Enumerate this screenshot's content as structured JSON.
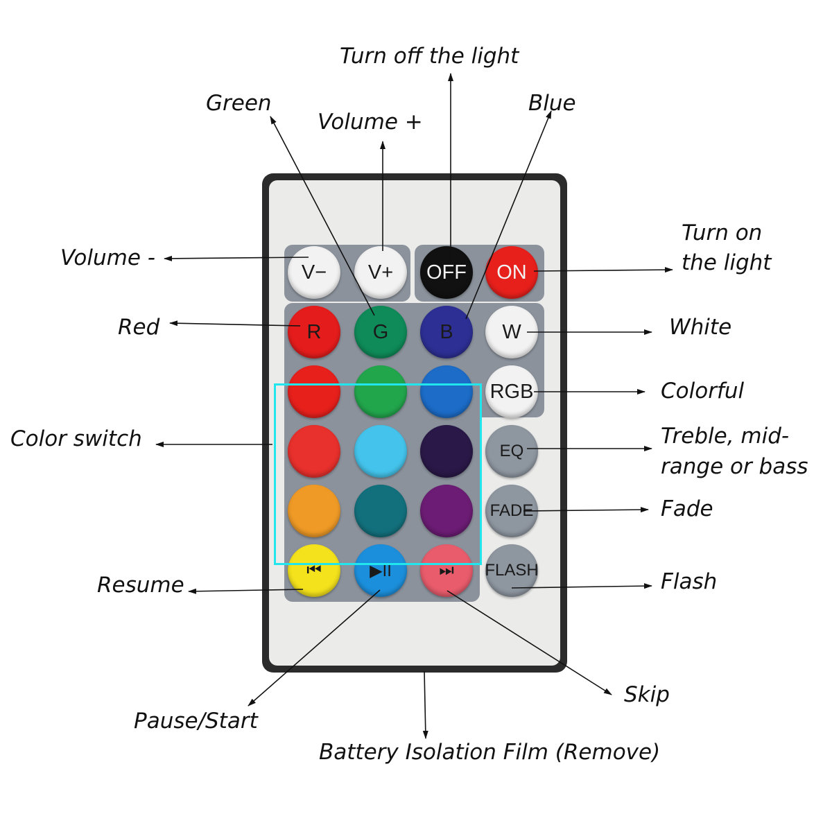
{
  "remote": {
    "buttons": {
      "v_minus": {
        "label": "V−",
        "color": "#f2f2f2"
      },
      "v_plus": {
        "label": "V+",
        "color": "#f2f2f2"
      },
      "off": {
        "label": "OFF",
        "color": "#111111"
      },
      "on": {
        "label": "ON",
        "color": "#e8201c"
      },
      "r": {
        "label": "R",
        "color": "#e51c1c"
      },
      "g": {
        "label": "G",
        "color": "#0e8b58"
      },
      "b": {
        "label": "B",
        "color": "#2d2f94"
      },
      "w": {
        "label": "W",
        "color": "#f2f2f2"
      },
      "rgb": {
        "label": "RGB",
        "color": "#f2f2f2"
      },
      "eq": {
        "label": "EQ",
        "color": "#8e96a0"
      },
      "fade": {
        "label": "FADE",
        "color": "#8e96a0"
      },
      "flash": {
        "label": "FLASH",
        "color": "#8e96a0"
      },
      "resume": {
        "label": "⏮",
        "color": "#f4e21c"
      },
      "pause_start": {
        "label": "▶II",
        "color": "#1c8fdc"
      },
      "skip": {
        "label": "⏭",
        "color": "#e85c6c"
      }
    },
    "color_grid": [
      "#e8201c",
      "#22a64c",
      "#1c6cc8",
      "#e8302c",
      "#44c4ec",
      "#2a1848",
      "#ef9a26",
      "#12707c",
      "#6c1c74"
    ],
    "highlight_color": "#22e6ee"
  },
  "annotations": {
    "turn_off": "Turn off the light",
    "green": "Green",
    "volume_plus": "Volume +",
    "blue": "Blue",
    "turn_on_1": "Turn on",
    "turn_on_2": "the light",
    "volume_minus": "Volume -",
    "red": "Red",
    "white": "White",
    "colorful": "Colorful",
    "color_switch": "Color switch",
    "treble_1": "Treble, mid-",
    "treble_2": "range or bass",
    "fade": "Fade",
    "flash": "Flash",
    "resume": "Resume",
    "pause_start": "Pause/Start",
    "skip": "Skip",
    "battery": "Battery Isolation Film (Remove)"
  }
}
